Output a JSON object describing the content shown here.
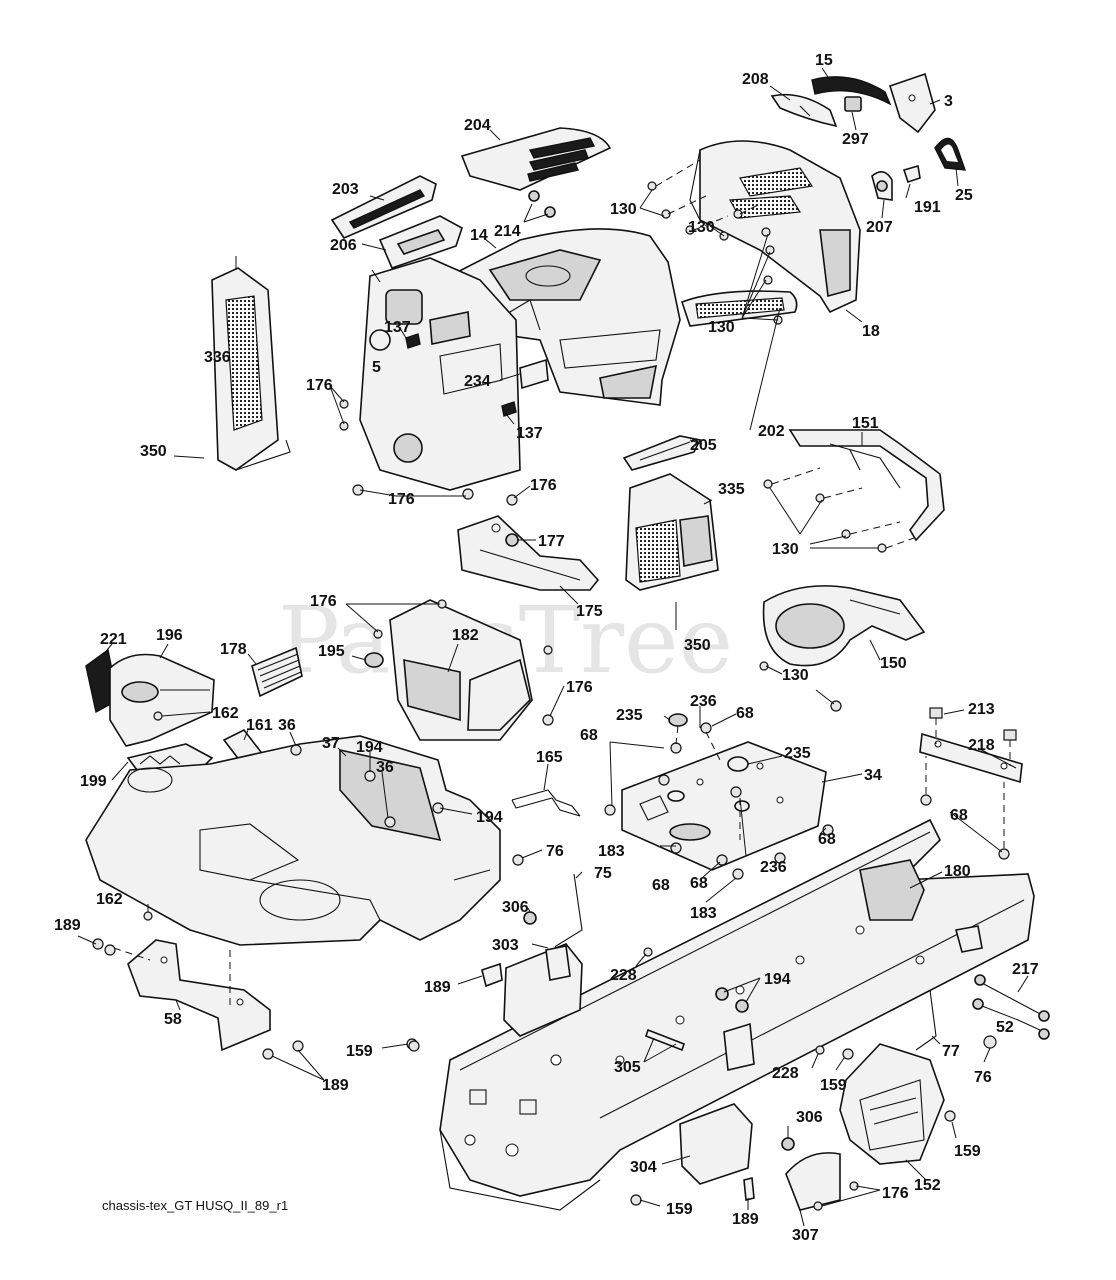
{
  "watermark": "PartsTree",
  "footer_label": "chassis-tex_GT HUSQ_II_89_r1",
  "callouts": [
    "15",
    "208",
    "3",
    "297",
    "25",
    "204",
    "130",
    "207",
    "191",
    "203",
    "214",
    "14",
    "206",
    "130",
    "130",
    "18",
    "137",
    "336",
    "5",
    "176",
    "234",
    "137",
    "350",
    "202",
    "176",
    "176",
    "205",
    "151",
    "335",
    "177",
    "130",
    "176",
    "175",
    "350",
    "221",
    "196",
    "178",
    "195",
    "182",
    "130",
    "150",
    "176",
    "162",
    "213",
    "235",
    "236",
    "68",
    "36",
    "161",
    "37",
    "194",
    "36",
    "165",
    "68",
    "235",
    "218",
    "34",
    "194",
    "199",
    "68",
    "68",
    "68",
    "183",
    "76",
    "236",
    "180",
    "162",
    "75",
    "68",
    "183",
    "306",
    "189",
    "303",
    "228",
    "194",
    "217",
    "189",
    "52",
    "58",
    "305",
    "77",
    "159",
    "228",
    "159",
    "76",
    "189",
    "306",
    "304",
    "159",
    "159",
    "176",
    "152",
    "189",
    "307"
  ]
}
